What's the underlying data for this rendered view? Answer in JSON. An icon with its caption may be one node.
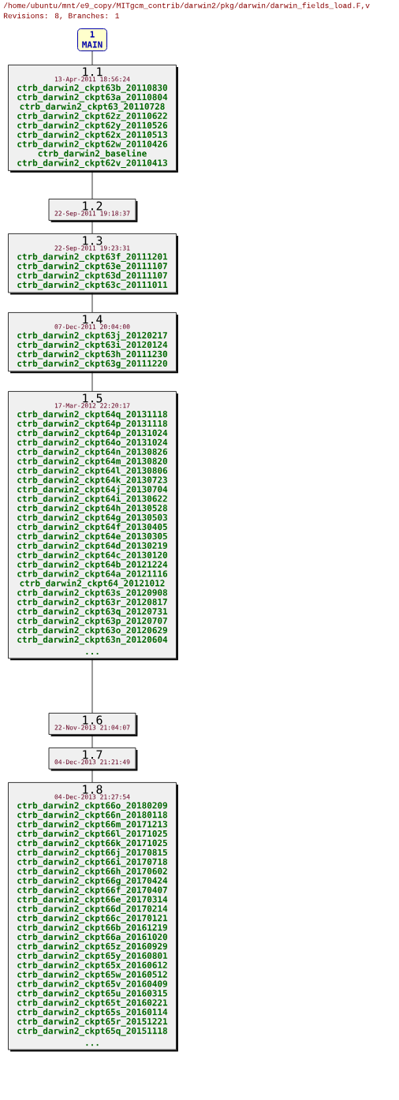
{
  "diagram": {
    "title": "/home/ubuntu/mnt/e9_copy/MITgcm_contrib/darwin2/pkg/darwin/darwin_fields_load.F,v",
    "nodes": [
      {
        "text": [
          "1",
          "MAIN"
        ]
      },
      {
        "text": [
          "1.1",
          "13-Apr-2011 18:56:24",
          "ctrb_darwin2_ckpt63b_20110830",
          "ctrb_darwin2_ckpt63a_20110804",
          "ctrb_darwin2_ckpt63_20110728",
          "ctrb_darwin2_ckpt62z_20110622",
          "ctrb_darwin2_ckpt62y_20110526",
          "ctrb_darwin2_ckpt62x_20110513",
          "ctrb_darwin2_ckpt62w_20110426",
          "ctrb_darwin2_baseline",
          "ctrb_darwin2_ckpt62v_20110413"
        ]
      },
      {
        "text": [
          "1.2",
          "22-Sep-2011 19:18:37"
        ]
      },
      {
        "text": [
          "1.3",
          "22-Sep-2011 19:23:31",
          "ctrb_darwin2_ckpt63f_20111201",
          "ctrb_darwin2_ckpt63e_20111107",
          "ctrb_darwin2_ckpt63d_20111107",
          "ctrb_darwin2_ckpt63c_20111011"
        ]
      },
      {
        "text": [
          "1.4",
          "07-Dec-2011 20:04:00",
          "ctrb_darwin2_ckpt63j_20120217",
          "ctrb_darwin2_ckpt63i_20120124",
          "ctrb_darwin2_ckpt63h_20111230",
          "ctrb_darwin2_ckpt63g_20111220"
        ]
      },
      {
        "text": [
          "1.5",
          "17-Mar-2012 22:20:17",
          "ctrb_darwin2_ckpt64q_20131118",
          "ctrb_darwin2_ckpt64p_20131118",
          "ctrb_darwin2_ckpt64p_20131024",
          "ctrb_darwin2_ckpt64o_20131024",
          "ctrb_darwin2_ckpt64n_20130826",
          "ctrb_darwin2_ckpt64m_20130820",
          "ctrb_darwin2_ckpt64l_20130806",
          "ctrb_darwin2_ckpt64k_20130723",
          "ctrb_darwin2_ckpt64j_20130704",
          "ctrb_darwin2_ckpt64i_20130622",
          "ctrb_darwin2_ckpt64h_20130528",
          "ctrb_darwin2_ckpt64g_20130503",
          "ctrb_darwin2_ckpt64f_20130405",
          "ctrb_darwin2_ckpt64e_20130305",
          "ctrb_darwin2_ckpt64d_20130219",
          "ctrb_darwin2_ckpt64c_20130120",
          "ctrb_darwin2_ckpt64b_20121224",
          "ctrb_darwin2_ckpt64a_20121116",
          "ctrb_darwin2_ckpt64_20121012",
          "ctrb_darwin2_ckpt63s_20120908",
          "ctrb_darwin2_ckpt63r_20120817",
          "ctrb_darwin2_ckpt63q_20120731",
          "ctrb_darwin2_ckpt63p_20120707",
          "ctrb_darwin2_ckpt63o_20120629",
          "ctrb_darwin2_ckpt63n_20120604",
          "..."
        ]
      },
      {
        "text": [
          "1.6",
          "22-Nov-2013 21:04:07"
        ]
      },
      {
        "text": [
          "1.7",
          "04-Dec-2013 21:21:49"
        ]
      },
      {
        "text": [
          "1.8",
          "04-Dec-2013 21:27:54",
          "ctrb_darwin2_ckpt66o_20180209",
          "ctrb_darwin2_ckpt66n_20180118",
          "ctrb_darwin2_ckpt66m_20171213",
          "ctrb_darwin2_ckpt66l_20171025",
          "ctrb_darwin2_ckpt66k_20171025",
          "ctrb_darwin2_ckpt66j_20170815",
          "ctrb_darwin2_ckpt66i_20170718",
          "ctrb_darwin2_ckpt66h_20170602",
          "ctrb_darwin2_ckpt66g_20170424",
          "ctrb_darwin2_ckpt66f_20170407",
          "ctrb_darwin2_ckpt66e_20170314",
          "ctrb_darwin2_ckpt66d_20170214",
          "ctrb_darwin2_ckpt66c_20170121",
          "ctrb_darwin2_ckpt66b_20161219",
          "ctrb_darwin2_ckpt66a_20161020",
          "ctrb_darwin2_ckpt65z_20160929",
          "ctrb_darwin2_ckpt65y_20160801",
          "ctrb_darwin2_ckpt65x_20160612",
          "ctrb_darwin2_ckpt65w_20160512",
          "ctrb_darwin2_ckpt65v_20160409",
          "ctrb_darwin2_ckpt65u_20160315",
          "ctrb_darwin2_ckpt65t_20160221",
          "ctrb_darwin2_ckpt65s_20160114",
          "ctrb_darwin2_ckpt65r_20151221",
          "ctrb_darwin2_ckpt65q_20151118",
          "..."
        ]
      }
    ],
    "edges": [
      {
        "from": 0,
        "to": 1,
        "arrow": "none"
      },
      {
        "from": 1,
        "to": 2,
        "arrow": "none"
      },
      {
        "from": 2,
        "to": 3,
        "arrow": "none"
      },
      {
        "from": 3,
        "to": 4,
        "arrow": "none"
      },
      {
        "from": 4,
        "to": 5,
        "arrow": "none"
      },
      {
        "from": 5,
        "to": 6,
        "arrow": "none"
      },
      {
        "from": 6,
        "to": 7,
        "arrow": "none"
      },
      {
        "from": 7,
        "to": 8,
        "arrow": "none"
      }
    ],
    "labels": [
      "Revisions: 8, Branches: 1"
    ]
  }
}
